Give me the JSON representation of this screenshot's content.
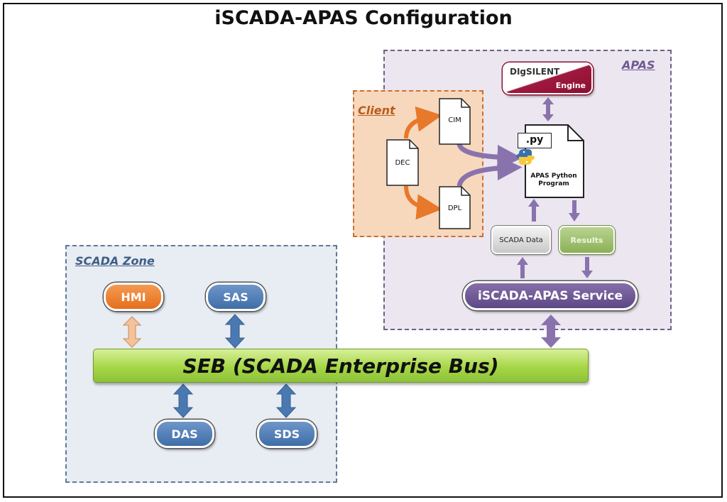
{
  "title": "iSCADA-APAS Configuration",
  "zones": {
    "apas": "APAS",
    "scada": "SCADA Zone",
    "client": "Client"
  },
  "nodes": {
    "digsilent_top": "DIgSILENT",
    "digsilent_bottom": "Engine",
    "py_tag": ".py",
    "apas_program_line1": "APAS Python",
    "apas_program_line2": "Program",
    "cim": "CIM",
    "dec": "DEC",
    "dpl": "DPL",
    "scada_data": "SCADA Data",
    "results": "Results",
    "iscada_service": "iSCADA-APAS Service",
    "hmi": "HMI",
    "sas": "SAS",
    "das": "DAS",
    "sds": "SDS",
    "seb": "SEB (SCADA Enterprise Bus)"
  },
  "colors": {
    "apas_zone": "#ebe6f0",
    "scada_zone": "#e8ecf3",
    "client_zone": "#f7d8bd",
    "blue_node": "#4a78b0",
    "orange_node": "#e8782a",
    "purple_node": "#6b5595",
    "bus_green": "#a6d646",
    "digsilent_red": "#8a1030"
  }
}
